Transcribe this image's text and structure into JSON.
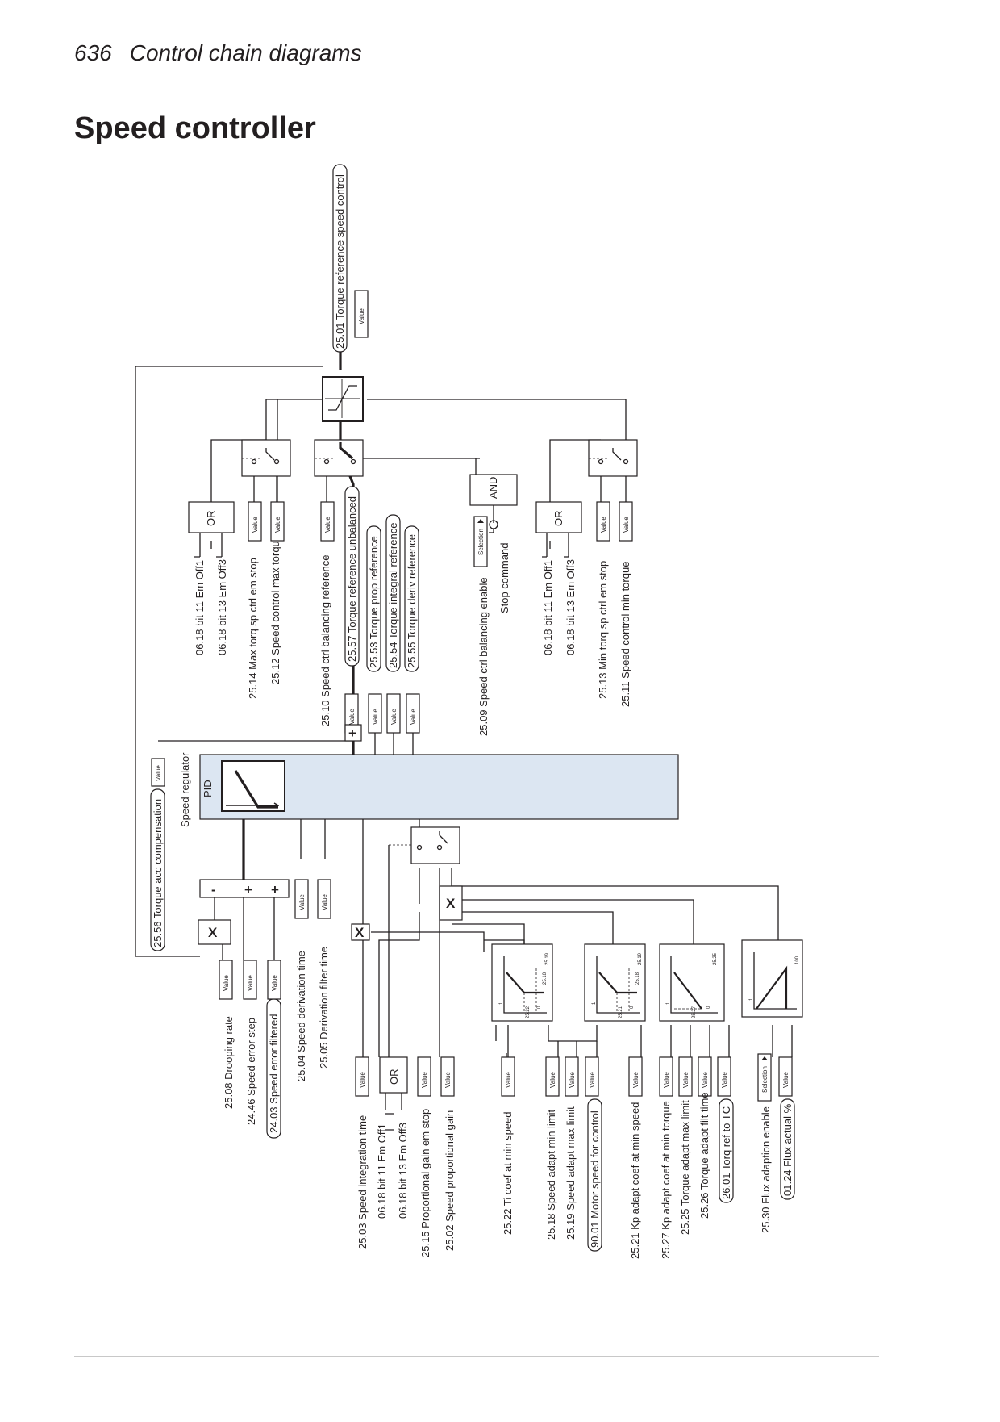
{
  "header": {
    "page_number": "636",
    "section": "Control chain diagrams"
  },
  "title": "Speed controller",
  "common": {
    "value": "Value",
    "selection": "Selection",
    "or": "OR",
    "and": "AND",
    "pid": "PID",
    "mult": "X",
    "plus": "+",
    "minus": "-"
  },
  "speed_regulator": "Speed regulator",
  "output": {
    "torque_ref_speed_control": "25.01 Torque reference speed control"
  },
  "top_right": {
    "em_off1_a": "06.18 bit 11 Em Off1",
    "em_off3_a": "06.18 bit 13 Em Off3",
    "max_torq_em_stop": "25.14 Max torq sp ctrl em stop",
    "speed_ctrl_max_torque": "25.12 Speed control max torque",
    "balancing_reference": "25.10 Speed ctrl balancing reference",
    "torque_ref_unbalanced": "25.57 Torque reference unbalanced",
    "torque_prop_ref": "25.53 Torque prop reference",
    "torque_integral_ref": "25.54 Torque integral reference",
    "torque_deriv_ref": "25.55 Torque deriv reference",
    "balancing_enable": "25.09 Speed ctrl balancing enable",
    "stop_command": "Stop command",
    "em_off1_b": "06.18 bit 11 Em Off1",
    "em_off3_b": "06.18 bit 13 Em Off3",
    "min_torq_em_stop": "25.13 Min torq sp ctrl em stop",
    "speed_ctrl_min_torque": "25.11 Speed control min torque"
  },
  "left": {
    "torque_acc_compensation": "25.56 Torque acc compensation",
    "drooping_rate": "25.08 Drooping rate",
    "speed_error_step": "24.46 Speed error step",
    "speed_error_filtered": "24.03 Speed error filtered",
    "derivation_time": "25.04 Speed derivation time",
    "derivation_filter_time": "25.05 Derivation filter time"
  },
  "bottom": {
    "integration_time": "25.03 Speed integration time",
    "em_off1": "06.18 bit 11 Em Off1",
    "em_off3": "06.18 bit 13 Em Off3",
    "prop_gain_em_stop": "25.15 Proportional gain em stop",
    "proportional_gain": "25.02 Speed proportional gain",
    "ti_coef_min_speed": "25.22 Ti coef at min speed",
    "adapt_min_limit": "25.18 Speed adapt min limit",
    "adapt_max_limit": "25.19 Speed adapt max limit",
    "motor_speed_control": "90.01 Motor speed for control",
    "kp_adapt_min_speed": "25.21 Kp adapt coef at min speed",
    "kp_adapt_min_torque": "25.27 Kp adapt coef at min torque",
    "torque_adapt_max_limit": "25.25 Torque adapt max limit",
    "torque_adapt_filt_time": "25.26 Torque adapt filt time",
    "torq_ref_to_tc": "26.01 Torq ref to TC",
    "flux_adaption_enable": "25.30 Flux adaption enable",
    "flux_actual": "01.24 Flux actual %"
  },
  "curves": {
    "c1": {
      "y1": "1",
      "y2": "25.22",
      "x0": "0",
      "x1": "25.18",
      "x2": "25.19"
    },
    "c2": {
      "y1": "1",
      "y2": "25.21",
      "x0": "0",
      "x1": "25.18",
      "x2": "25.19"
    },
    "c3": {
      "y1": "1",
      "y2": "25.27",
      "x0": "0",
      "x2": "25.25"
    },
    "c4": {
      "y1": "1",
      "x2": "100"
    }
  }
}
